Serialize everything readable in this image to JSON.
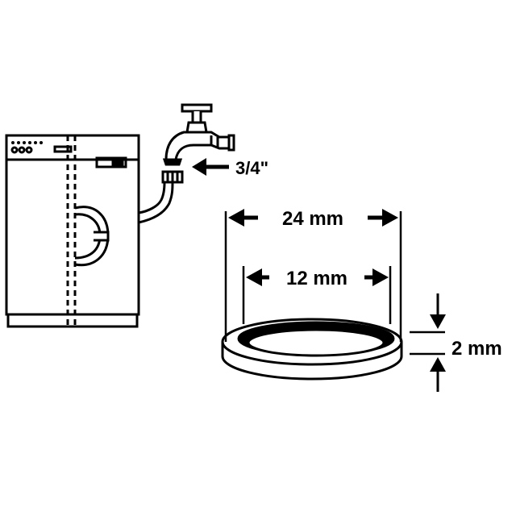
{
  "labels": {
    "thread_size": "3/4\"",
    "outer_diameter": "24 mm",
    "inner_diameter": "12 mm",
    "thickness": "2 mm"
  },
  "colors": {
    "stroke": "#000000",
    "fill": "#ffffff"
  }
}
